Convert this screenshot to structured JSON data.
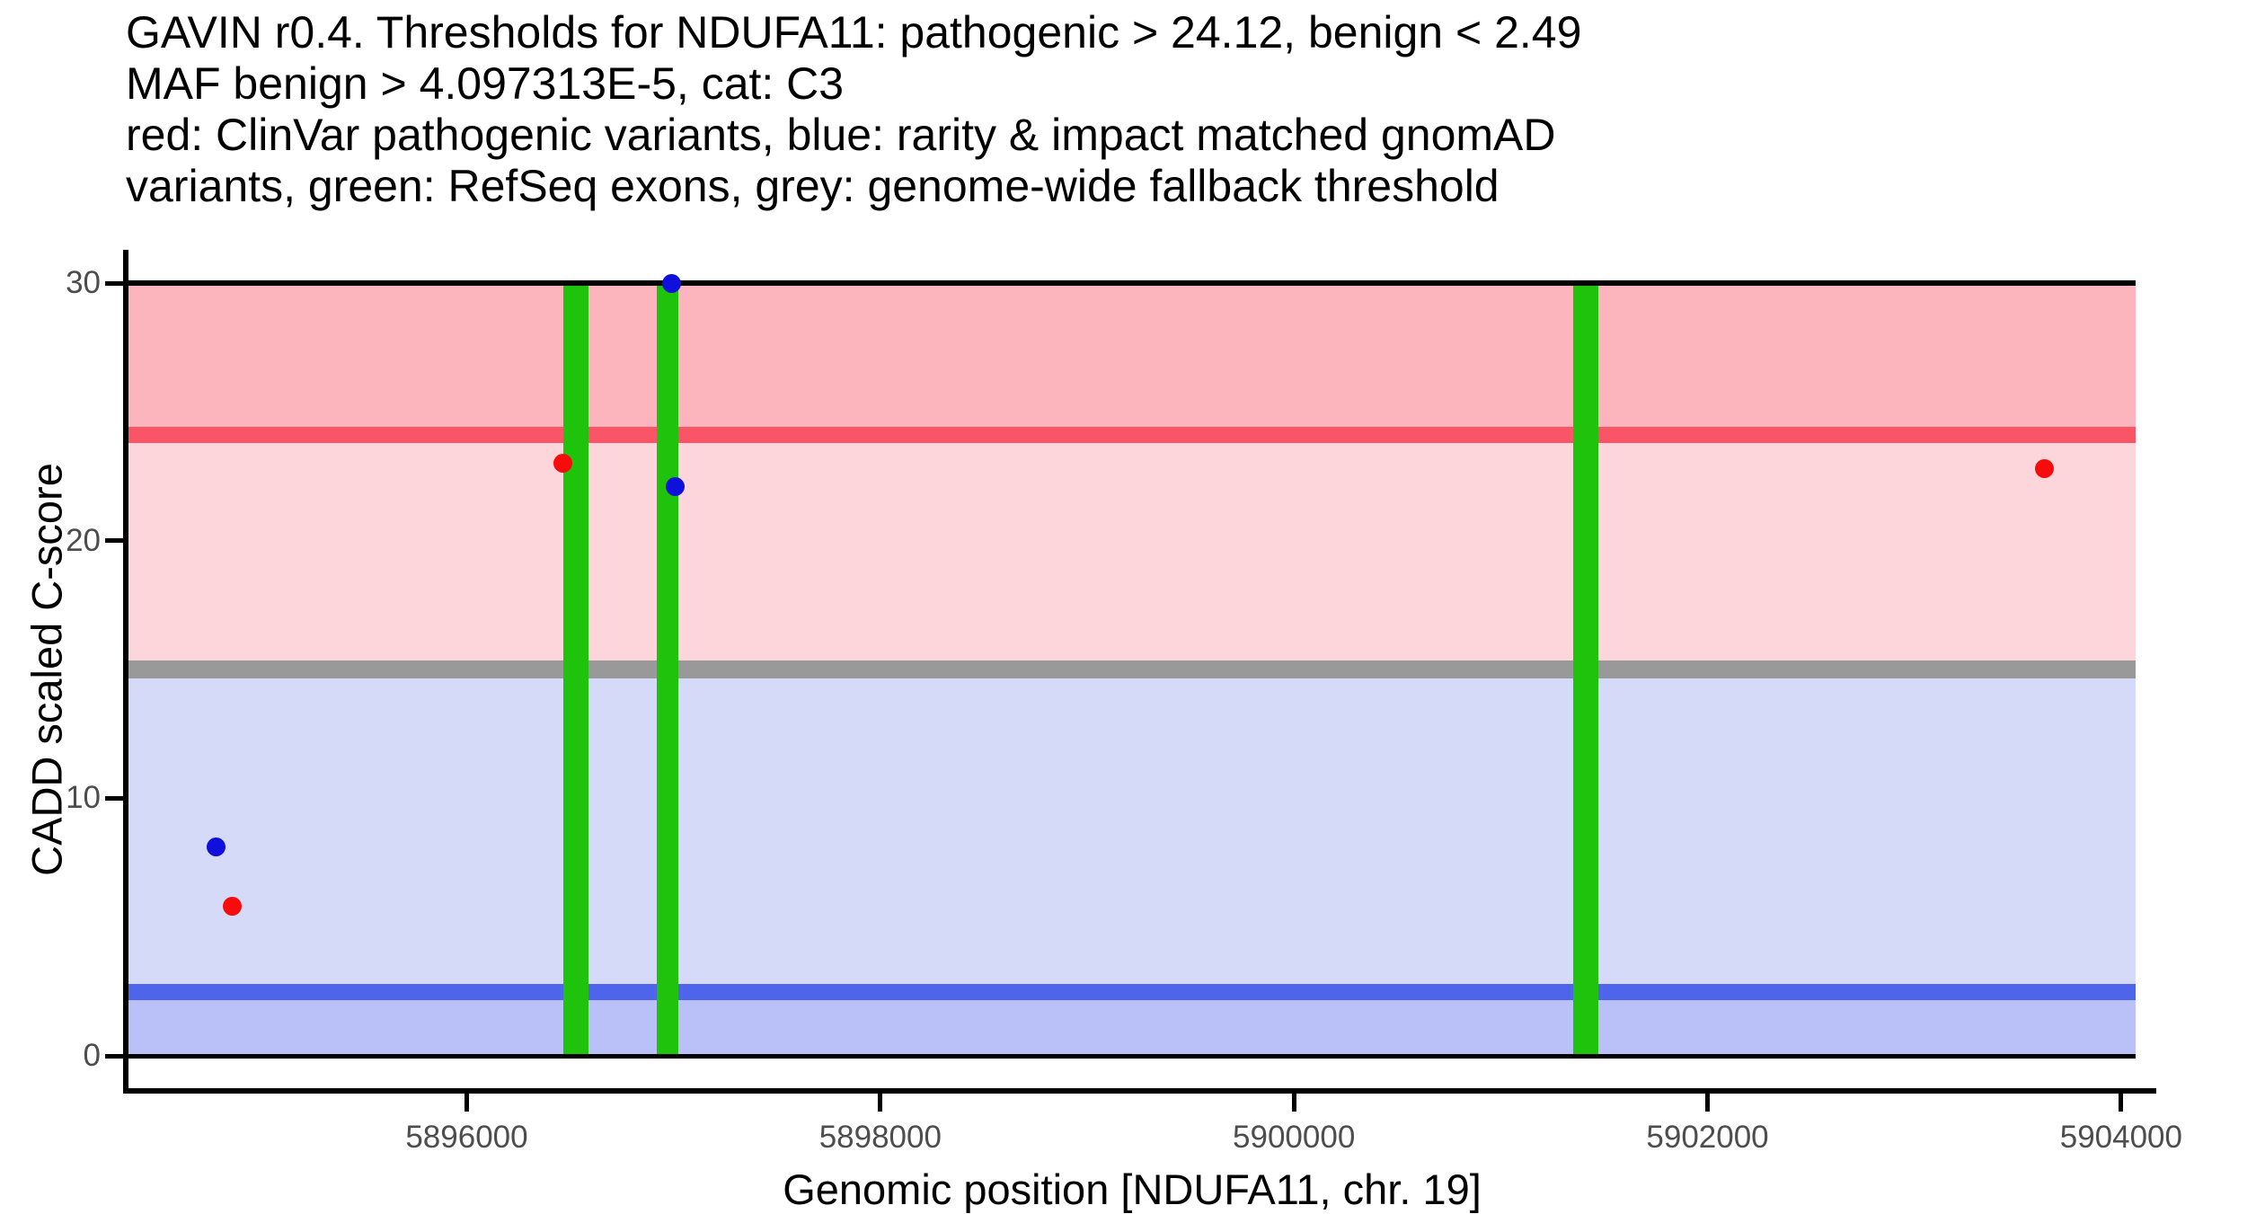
{
  "chart_data": {
    "type": "scatter",
    "title_lines": [
      "GAVIN r0.4. Thresholds for NDUFA11: pathogenic > 24.12, benign < 2.49",
      "MAF benign > 4.097313E-5, cat: C3",
      "red: ClinVar pathogenic variants, blue: rarity & impact matched gnomAD",
      "variants, green: RefSeq exons, grey: genome-wide fallback threshold"
    ],
    "xlabel": "Genomic position [NDUFA11, chr. 19]",
    "ylabel": "CADD scaled C-score",
    "xlim": [
      5894360,
      5904070
    ],
    "ylim": [
      0,
      30
    ],
    "x_ticks": [
      5896000,
      5898000,
      5900000,
      5902000,
      5904000
    ],
    "y_ticks": [
      0,
      10,
      20,
      30
    ],
    "grid": false,
    "legend_position": "none",
    "thresholds": {
      "gene": "NDUFA11",
      "chromosome": "19",
      "gavin_release": "r0.4",
      "pathogenic_gt": 24.12,
      "benign_lt": 2.49,
      "maf_benign_gt": "4.097313E-5",
      "category": "C3",
      "genome_wide_fallback": 15
    },
    "bands": [
      {
        "name": "pathogenic-zone",
        "from": 24.12,
        "to": 30,
        "color": "#FCB5BC"
      },
      {
        "name": "vus-upper-zone",
        "from": 15,
        "to": 24.12,
        "color": "#FDD6DB"
      },
      {
        "name": "vus-lower-zone",
        "from": 2.49,
        "to": 15,
        "color": "#D5DAF8"
      },
      {
        "name": "benign-zone",
        "from": 0,
        "to": 2.49,
        "color": "#B9C1F8"
      }
    ],
    "threshold_lines": [
      {
        "name": "pathogenic-threshold-line",
        "y": 24.12,
        "color": "#FA5566",
        "thickness": 18
      },
      {
        "name": "fallback-threshold-line",
        "y": 15,
        "color": "#999999",
        "thickness": 20
      },
      {
        "name": "benign-threshold-line",
        "y": 2.49,
        "color": "#4D64EB",
        "thickness": 18
      }
    ],
    "border_lines": [
      {
        "name": "panel-border-top",
        "y": 30,
        "color": "#000000",
        "thickness": 6
      },
      {
        "name": "panel-border-bottom",
        "y": 0,
        "color": "#000000",
        "thickness": 5
      }
    ],
    "exons": {
      "name": "refseq-exon-bar",
      "color": "#1FC30B",
      "regions": [
        {
          "start": 5896465,
          "end": 5896587
        },
        {
          "start": 5896917,
          "end": 5897022
        },
        {
          "start": 5901352,
          "end": 5901474
        }
      ]
    },
    "series": [
      {
        "name": "ClinVar pathogenic variants",
        "point_name": "clinvar-variant-point",
        "color": "#F80B0B",
        "points": [
          [
            5894865,
            5.8
          ],
          [
            5896465,
            23.0
          ],
          [
            5903630,
            22.8
          ]
        ]
      },
      {
        "name": "rarity & impact matched gnomAD variants",
        "point_name": "gnomad-variant-point",
        "color": "#1010DD",
        "points": [
          [
            5894787,
            8.1
          ],
          [
            5896991,
            30.0
          ],
          [
            5897009,
            22.1
          ]
        ]
      }
    ]
  }
}
